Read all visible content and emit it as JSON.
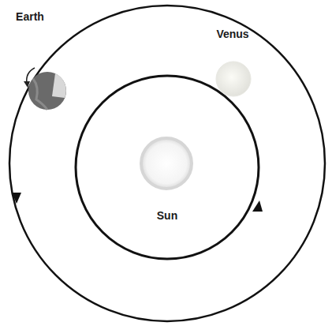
{
  "diagram": {
    "labels": [
      "Earth",
      "Venus",
      "Sun"
    ]
  }
}
